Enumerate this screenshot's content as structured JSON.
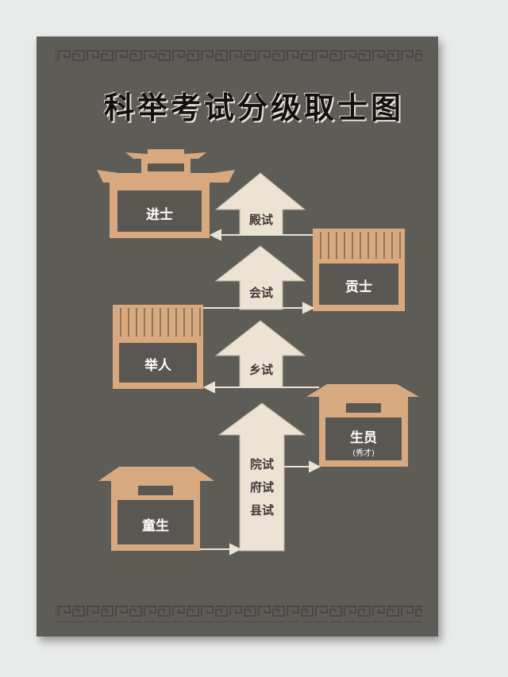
{
  "title": "科举考试分级取士图",
  "colors": {
    "board": "#5e5c57",
    "tan": "#d8a97e",
    "inner": "#5a5753",
    "arrow": "#ece3d4"
  },
  "ranks": {
    "jinshi": "进士",
    "gongshi": "贡士",
    "juren": "举人",
    "shengyuan": "生员",
    "shengyuan_note": "(秀才)",
    "tongsheng": "童生"
  },
  "exams": {
    "dianshi": "殿试",
    "huishi": "会试",
    "xiangshi": "乡试",
    "yuanshi": "院试",
    "fushi": "府试",
    "xianshi": "县试"
  }
}
